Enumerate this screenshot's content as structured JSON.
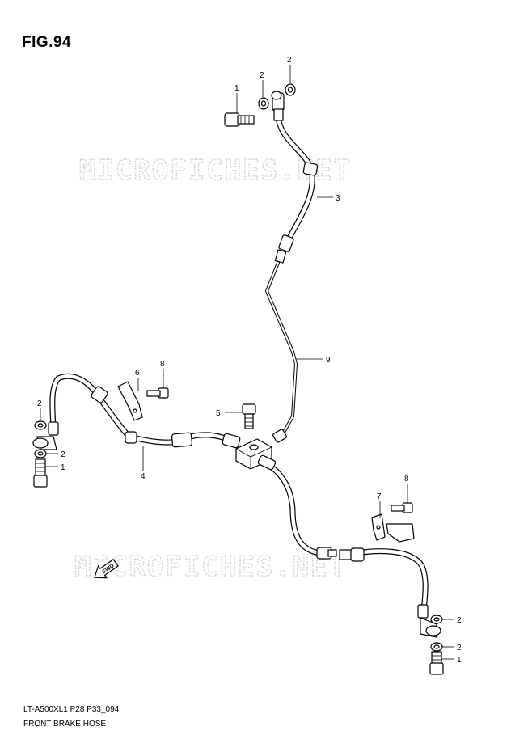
{
  "figure": {
    "title": "FIG.94",
    "watermark": "MICROFICHES.NET",
    "fwd_label": "FWD"
  },
  "footer": {
    "code": "LT-A500XL1 P28 P33_094",
    "name": "FRONT BRAKE HOSE"
  },
  "callouts": {
    "bolt_top": "1",
    "washer_top_left": "2",
    "washer_top_right": "2",
    "hose_upper": "3",
    "hose_left": "4",
    "joint_bolt": "5",
    "clamp_left": "6",
    "clamp_right": "7",
    "clamp_bolt_left": "8",
    "clamp_bolt_right": "8",
    "pipe": "9",
    "washer_left_upper": "2",
    "washer_left_lower": "2",
    "bolt_left": "1",
    "washer_right_upper": "2",
    "washer_right_lower": "2",
    "bolt_right": "1"
  },
  "colors": {
    "line": "#000000",
    "watermark": "#cfcfcf",
    "background": "#ffffff"
  }
}
